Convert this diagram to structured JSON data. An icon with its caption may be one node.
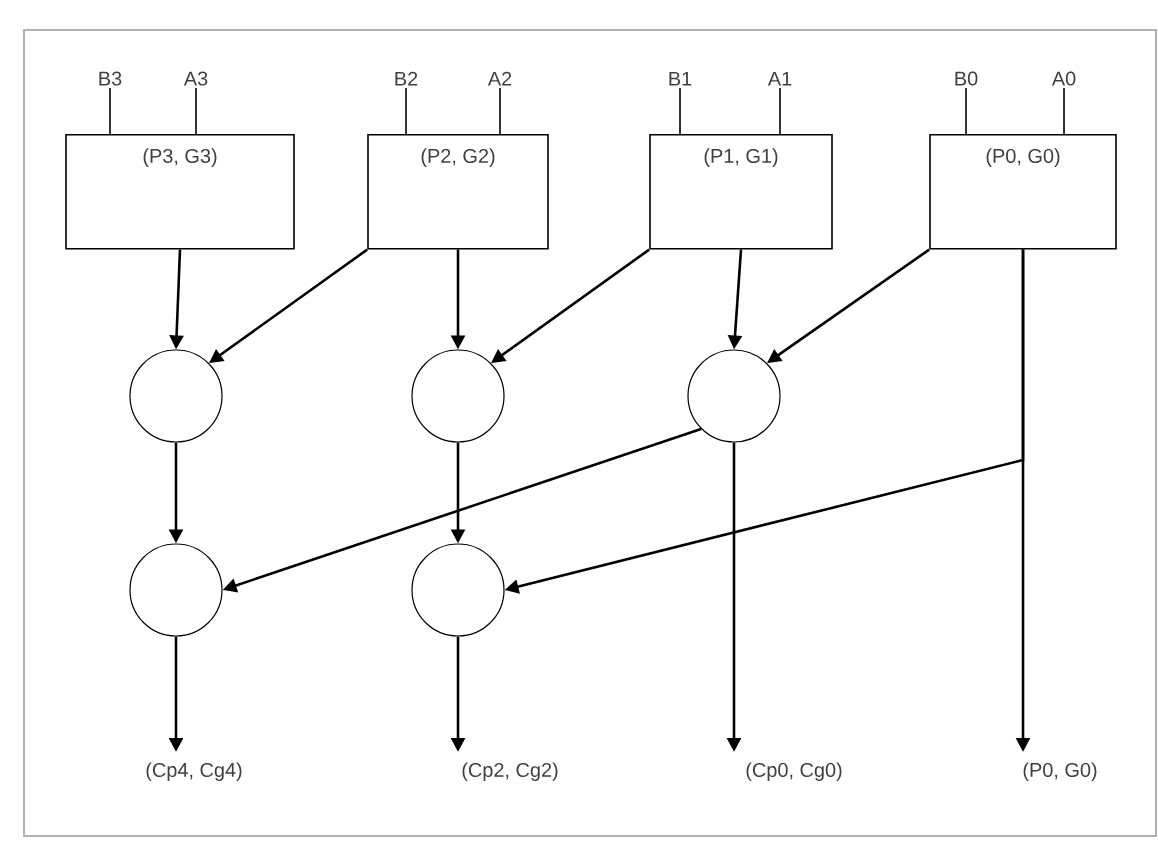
{
  "diagram": {
    "nodes": [
      {
        "text": [
          "B3"
        ]
      },
      {
        "text": [
          "A3"
        ]
      },
      {
        "text": [
          "B2"
        ]
      },
      {
        "text": [
          "A2"
        ]
      },
      {
        "text": [
          "B1"
        ]
      },
      {
        "text": [
          "A1"
        ]
      },
      {
        "text": [
          "B0"
        ]
      },
      {
        "text": [
          "A0"
        ]
      },
      {
        "text": [
          "(P3, G3)"
        ]
      },
      {
        "text": [
          "(P2, G2)"
        ]
      },
      {
        "text": [
          "(P1, G1)"
        ]
      },
      {
        "text": [
          "(P0, G0)"
        ]
      },
      {
        "text": [],
        "shape": "circle"
      },
      {
        "text": [],
        "shape": "circle"
      },
      {
        "text": [],
        "shape": "circle"
      },
      {
        "text": [],
        "shape": "circle"
      },
      {
        "text": [],
        "shape": "circle"
      },
      {
        "text": [
          "(Cp4, Cg4)"
        ]
      },
      {
        "text": [
          "(Cp2, Cg2)"
        ]
      },
      {
        "text": [
          "(Cp0, Cg0)"
        ]
      },
      {
        "text": [
          "(P0, G0)"
        ]
      }
    ],
    "edges": [
      {
        "from": 0,
        "to": 8,
        "arrow": "none"
      },
      {
        "from": 1,
        "to": 8,
        "arrow": "none"
      },
      {
        "from": 2,
        "to": 9,
        "arrow": "none"
      },
      {
        "from": 3,
        "to": 9,
        "arrow": "none"
      },
      {
        "from": 4,
        "to": 10,
        "arrow": "none"
      },
      {
        "from": 5,
        "to": 10,
        "arrow": "none"
      },
      {
        "from": 6,
        "to": 11,
        "arrow": "none"
      },
      {
        "from": 7,
        "to": 11,
        "arrow": "none"
      },
      {
        "from": 8,
        "to": 12,
        "arrow": "to"
      },
      {
        "from": 9,
        "to": 12,
        "arrow": "to"
      },
      {
        "from": 9,
        "to": 13,
        "arrow": "to"
      },
      {
        "from": 10,
        "to": 13,
        "arrow": "to"
      },
      {
        "from": 10,
        "to": 14,
        "arrow": "to"
      },
      {
        "from": 11,
        "to": 14,
        "arrow": "to"
      },
      {
        "from": 12,
        "to": 15,
        "arrow": "to"
      },
      {
        "from": 14,
        "to": 15,
        "arrow": "to"
      },
      {
        "from": 13,
        "to": 16,
        "arrow": "to"
      },
      {
        "from": 11,
        "to": 16,
        "arrow": "to"
      },
      {
        "from": 15,
        "to": 17,
        "arrow": "to"
      },
      {
        "from": 16,
        "to": 18,
        "arrow": "to"
      },
      {
        "from": 14,
        "to": 19,
        "arrow": "to"
      },
      {
        "from": 11,
        "to": 20,
        "arrow": "to"
      }
    ]
  }
}
